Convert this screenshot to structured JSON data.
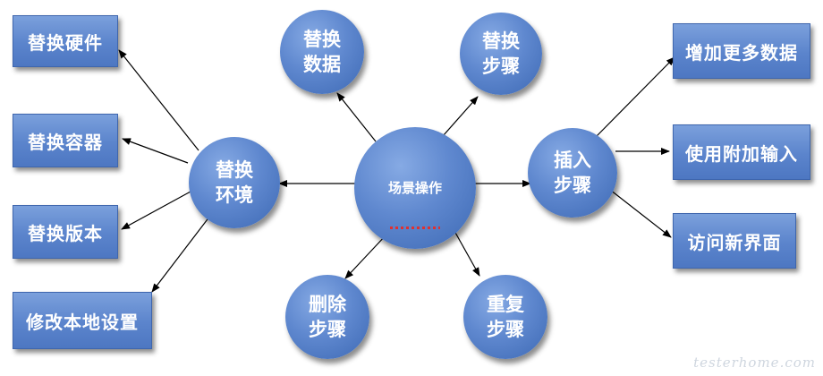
{
  "center": {
    "label": "场景操作"
  },
  "nodes": {
    "replace_env": "替换\n环境",
    "replace_data": "替换\n数据",
    "replace_step": "替换\n步骤",
    "insert_step": "插入\n步骤",
    "delete_step": "删除\n步骤",
    "repeat_step": "重复\n步骤"
  },
  "boxes": {
    "replace_hardware": "替换硬件",
    "replace_container": "替换容器",
    "replace_version": "替换版本",
    "modify_local_settings": "修改本地设置",
    "add_more_data": "增加更多数据",
    "use_extra_input": "使用附加输入",
    "visit_new_page": "访问新界面"
  },
  "watermark": "testerhome.com",
  "colors": {
    "node_blue": "#5b84cc",
    "arrow": "#000000",
    "underline": "#e03030"
  }
}
